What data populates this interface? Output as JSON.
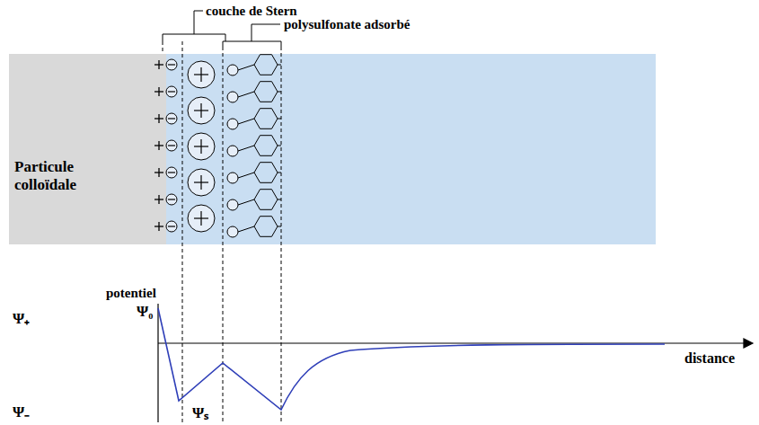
{
  "diagram": {
    "nodes": [
      {
        "text": [
          "Particule colloïdale"
        ]
      }
    ],
    "labels": [
      "couche de Stern",
      "polysulfonate adsorbé",
      "potentiel",
      "Ψ₀",
      "Ψ₊",
      "Ψ₋",
      "Ψₛ",
      "distance"
    ]
  }
}
